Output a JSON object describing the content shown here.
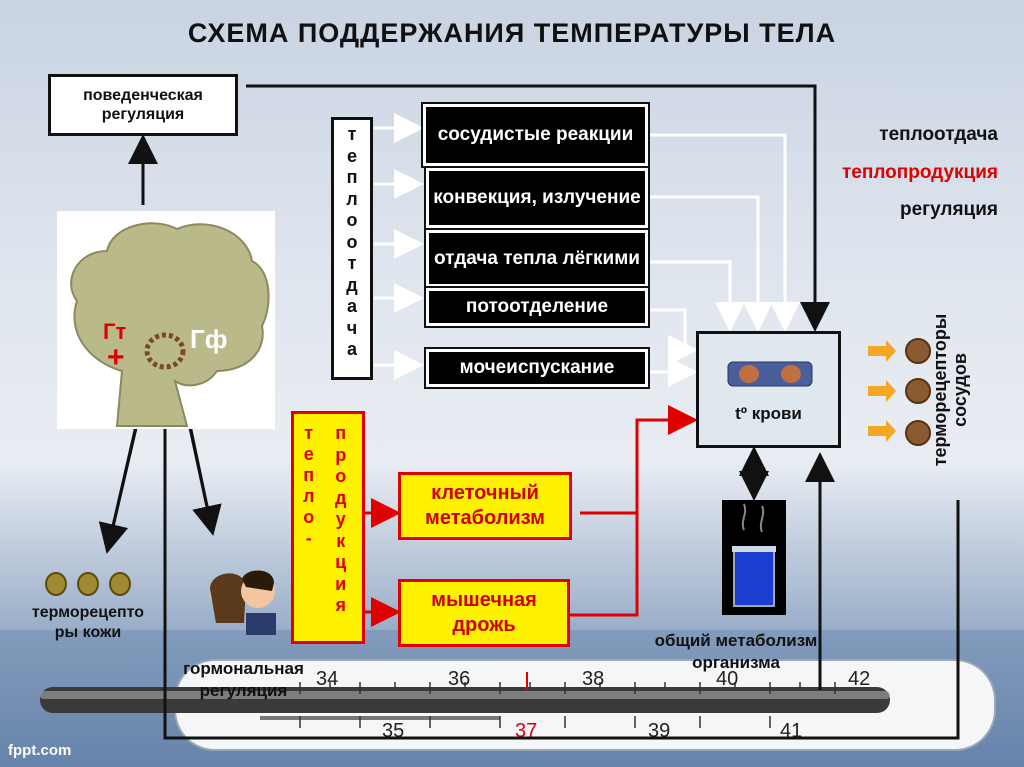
{
  "title": "СХЕМА ПОДДЕРЖАНИЯ ТЕМПЕРАТУРЫ ТЕЛА",
  "behavioral_box": "поведенческая регуляция",
  "heat_loss_vertical": [
    "т",
    "е",
    "п",
    "л",
    "о",
    "о",
    "т",
    "д",
    "а",
    "ч",
    "а"
  ],
  "heat_loss_items": [
    "сосудистые реакции",
    "конвекция, излучение",
    "отдача тепла лёгкими",
    "потоотделение",
    "мочеиспускание"
  ],
  "legend": {
    "heat_loss": "теплоотдача",
    "heat_production": "теплопродукция",
    "regulation": "регуляция",
    "heat_loss_color": "#111111",
    "heat_production_color": "#e00000",
    "regulation_color": "#111111"
  },
  "brain": {
    "left_label": "Гт",
    "plus": "+",
    "right_label": "Гф"
  },
  "blood_box": "tº крови",
  "vessel_receptors_label": "терморецепторы сосудов",
  "production_col1": [
    "т",
    "е",
    "п",
    "л",
    "о",
    "-"
  ],
  "production_col2": [
    "п",
    "р",
    "о",
    "д",
    "у",
    "к",
    "ц",
    "и",
    "я"
  ],
  "production_items": [
    "клеточный метаболизм",
    "мышечная дрожь"
  ],
  "skin_receptors_label": "терморецепто ры кожи",
  "hormonal_label": "гормональная регуляция",
  "metabolism_label": "общий метаболизм организма",
  "thermometer": {
    "top_ticks": [
      "34",
      "36",
      "38",
      "40",
      "42"
    ],
    "bottom_ticks": [
      "35",
      "37",
      "39",
      "41"
    ],
    "highlight_tick": "37",
    "highlight_color": "#e00000"
  },
  "watermark": "fppt.com"
}
